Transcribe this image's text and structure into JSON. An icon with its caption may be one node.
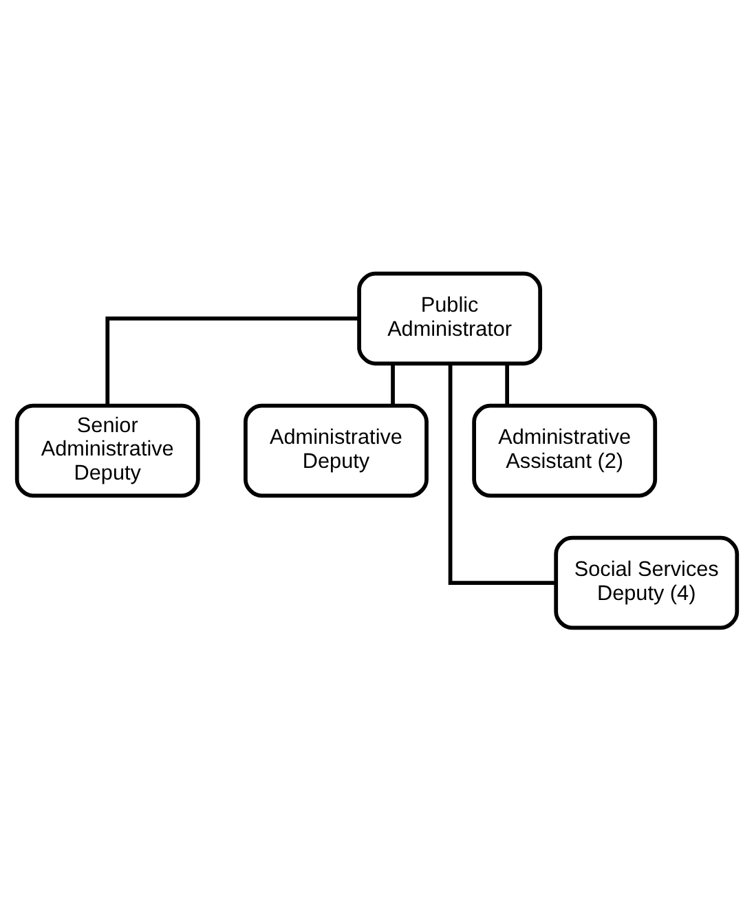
{
  "diagram": {
    "nodes": [
      {
        "text": [
          "Public Administrator"
        ]
      },
      {
        "text": [
          "Senior Administrative Deputy"
        ]
      },
      {
        "text": [
          "Administrative Deputy"
        ]
      },
      {
        "text": [
          "Administrative Assistant (2)"
        ]
      },
      {
        "text": [
          "Social Services Deputy (4)"
        ]
      }
    ],
    "edges": [
      {
        "from": 0,
        "to": 1,
        "arrow": "none"
      },
      {
        "from": 0,
        "to": 2,
        "arrow": "none"
      },
      {
        "from": 0,
        "to": 3,
        "arrow": "none"
      },
      {
        "from": 0,
        "to": 4,
        "arrow": "none"
      }
    ]
  }
}
